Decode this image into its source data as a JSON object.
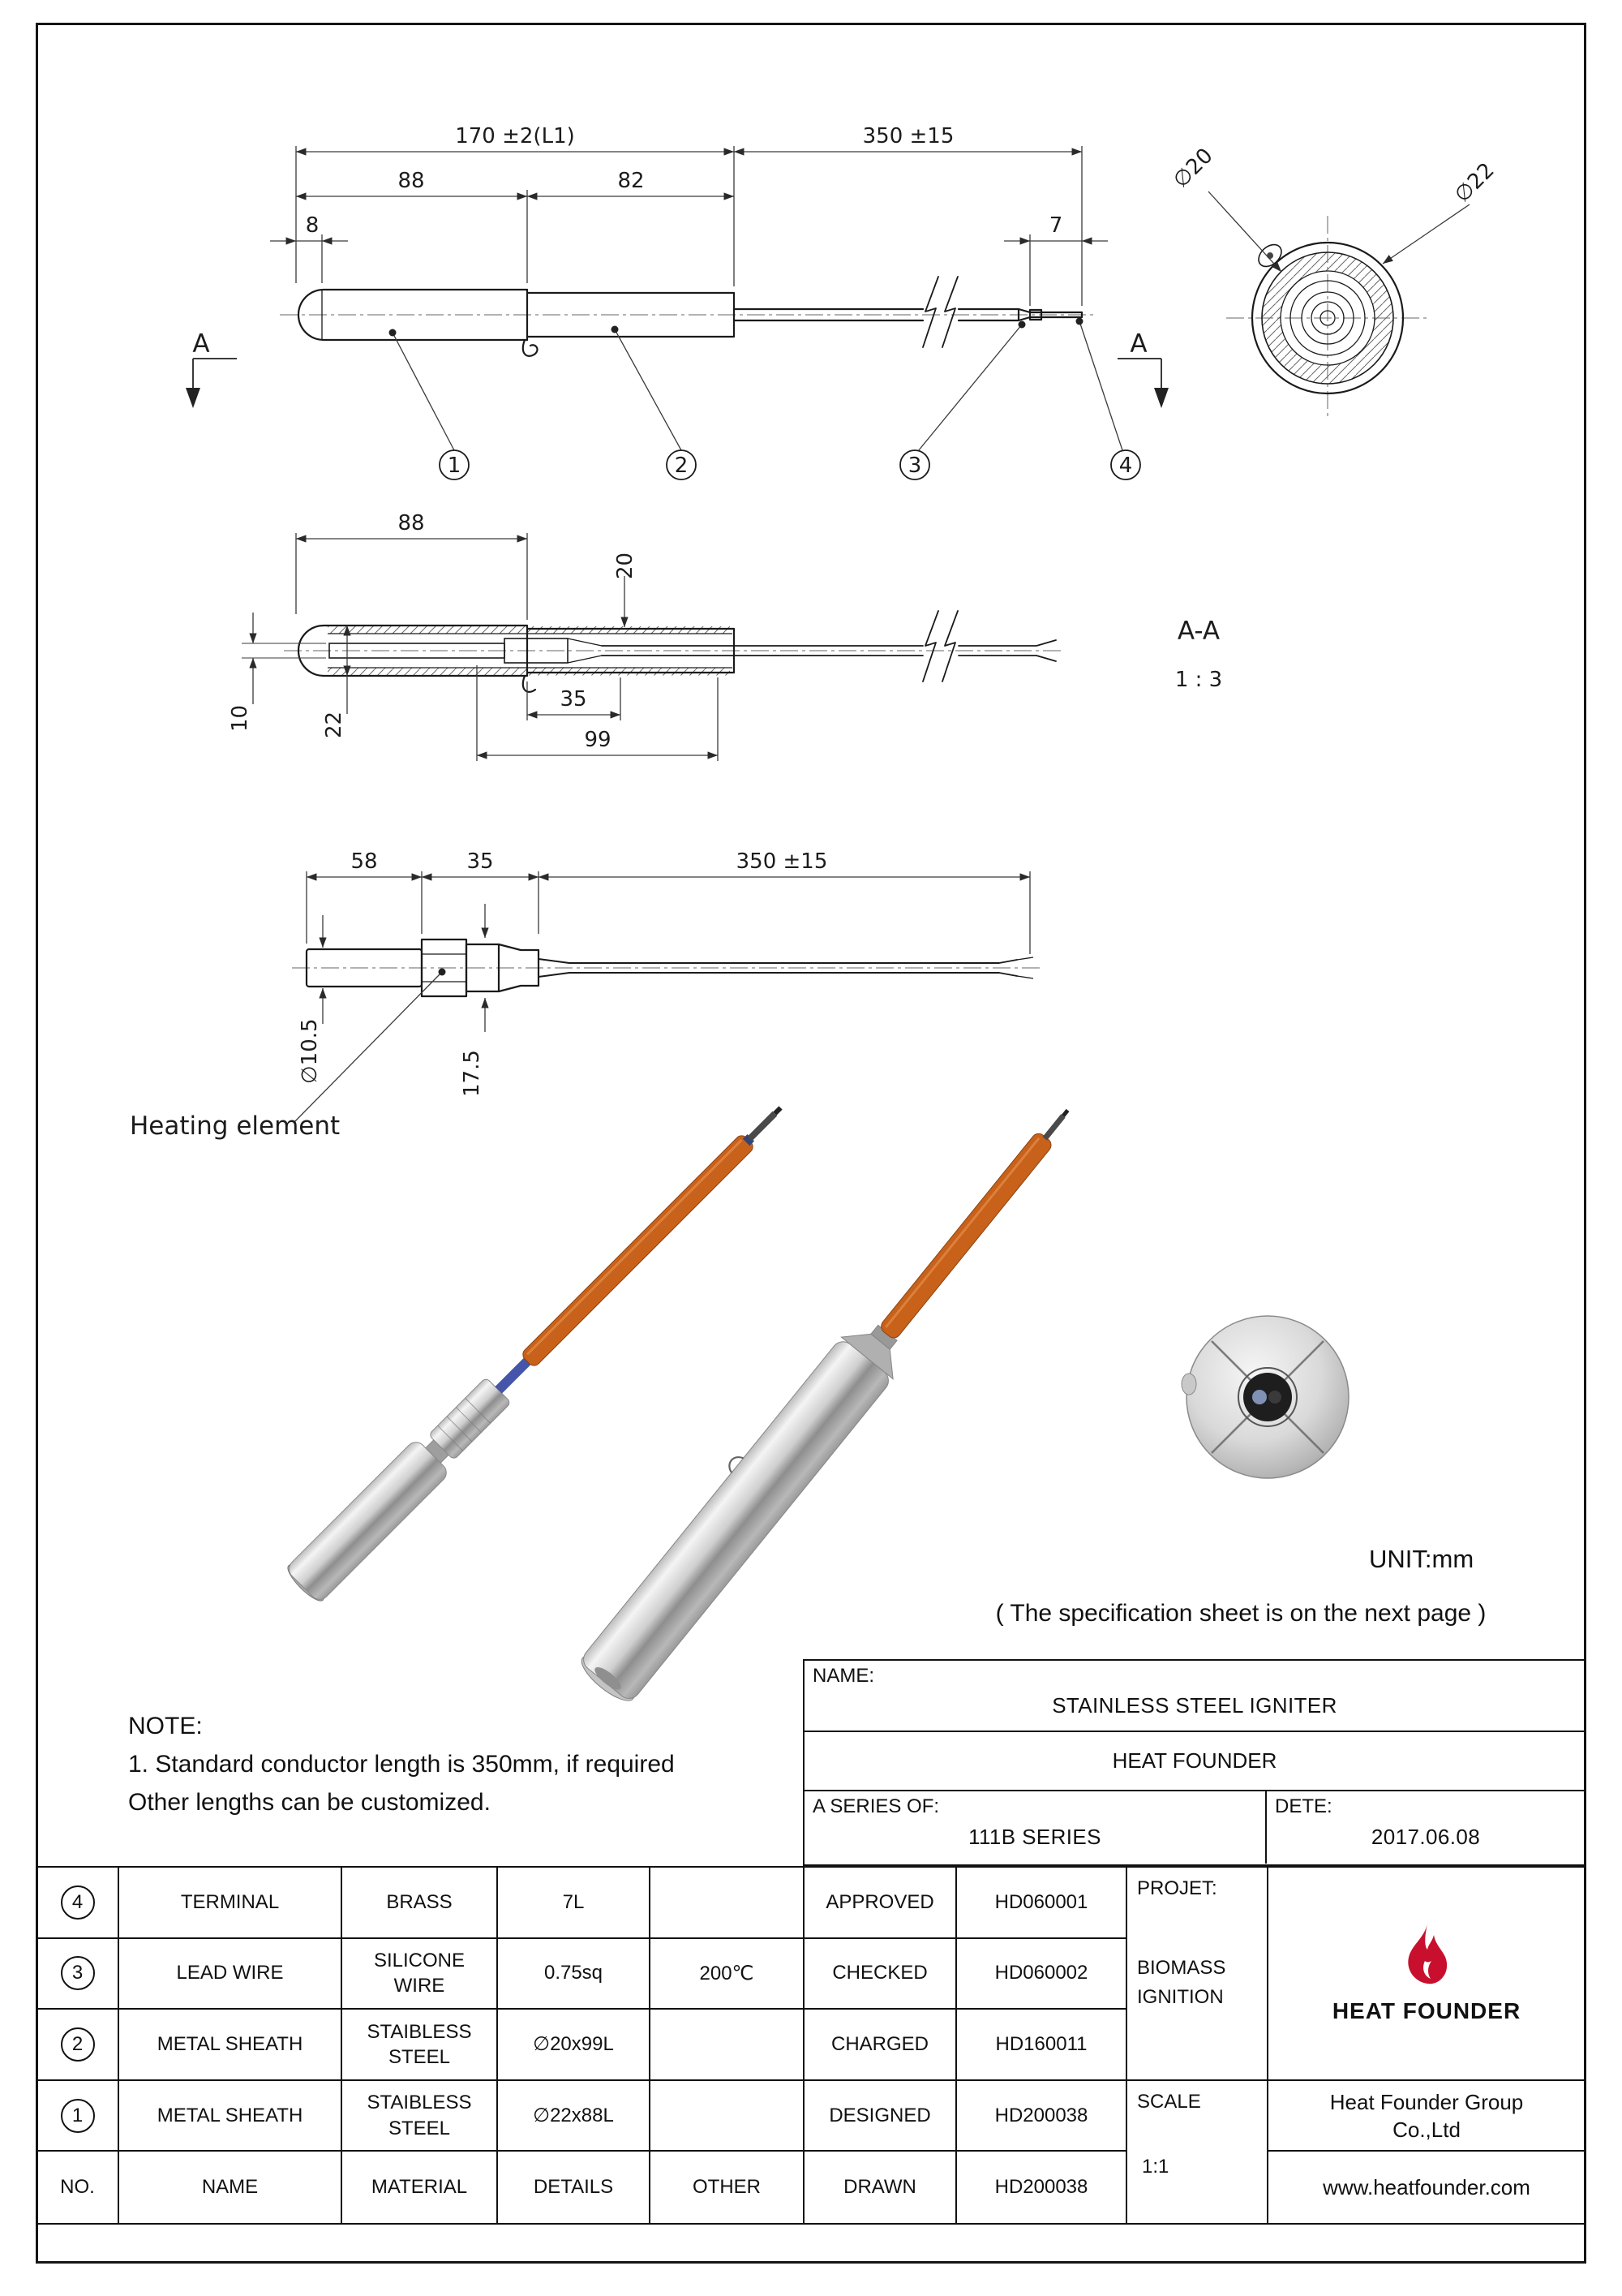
{
  "sheet": {
    "unit_label": "UNIT:mm",
    "spec_note": "( The specification sheet is on the next page )"
  },
  "note": {
    "title": "NOTE:",
    "line1": "1. Standard conductor length is 350mm, if required",
    "line2": "Other lengths can be customized."
  },
  "drawing1": {
    "dim_total": "170 ±2(L1)",
    "dim_lead": "350 ±15",
    "dim_88": "88",
    "dim_82": "82",
    "dim_8": "8",
    "dim_7": "7",
    "dia20": "∅20",
    "dia22": "∅22",
    "section_a_left": "A",
    "section_a_right": "A",
    "balloons": [
      "1",
      "2",
      "3",
      "4"
    ]
  },
  "drawing2": {
    "dim_88": "88",
    "dim_20": "20",
    "dim_10": "10",
    "dim_22": "22",
    "dim_35": "35",
    "dim_99": "99",
    "view_label": "A-A",
    "view_scale": "1 : 3"
  },
  "drawing3": {
    "dim_58": "58",
    "dim_35": "35",
    "dim_lead": "350 ±15",
    "dia_105": "∅10.5",
    "dim_175": "17.5",
    "callout": "Heating element"
  },
  "title_block": {
    "name_label": "NAME:",
    "name_value": "STAINLESS STEEL IGNITER",
    "company": "HEAT FOUNDER",
    "series_label": "A SERIES OF:",
    "series_value": "111B SERIES",
    "date_label": "DETE:",
    "date_value": "2017.06.08",
    "project_label": "PROJET:",
    "project_line1": "BIOMASS",
    "project_line2": "IGNITION",
    "scale_label": "SCALE",
    "scale_value": "1:1"
  },
  "approvals": [
    {
      "label": "APPROVED",
      "code": "HD060001"
    },
    {
      "label": "CHECKED",
      "code": "HD060002"
    },
    {
      "label": "CHARGED",
      "code": "HD160011"
    },
    {
      "label": "DESIGNED",
      "code": "HD200038"
    },
    {
      "label": "DRAWN",
      "code": "HD200038"
    }
  ],
  "parts": {
    "header": {
      "no": "NO.",
      "name": "NAME",
      "material": "MATERIAL",
      "details": "DETAILS",
      "other": "OTHER"
    },
    "rows": [
      {
        "no": "4",
        "name": "TERMINAL",
        "material": "BRASS",
        "details": "7L",
        "other": ""
      },
      {
        "no": "3",
        "name": "LEAD WIRE",
        "material": "SILICONE WIRE",
        "details": "0.75sq",
        "other": "200℃"
      },
      {
        "no": "2",
        "name": "METAL SHEATH",
        "material": "STAIBLESS STEEL",
        "details": "∅20x99L",
        "other": ""
      },
      {
        "no": "1",
        "name": "METAL SHEATH",
        "material": "STAIBLESS STEEL",
        "details": "∅22x88L",
        "other": ""
      }
    ]
  },
  "branding": {
    "logo_text": "HEAT FOUNDER",
    "company_line1": "Heat Founder Group",
    "company_line2": "Co.,Ltd",
    "website": "www.heatfounder.com",
    "flame_color": "#c8102e"
  },
  "photo": {
    "cable_color": "#c8611a",
    "wire_blue": "#4455aa"
  }
}
